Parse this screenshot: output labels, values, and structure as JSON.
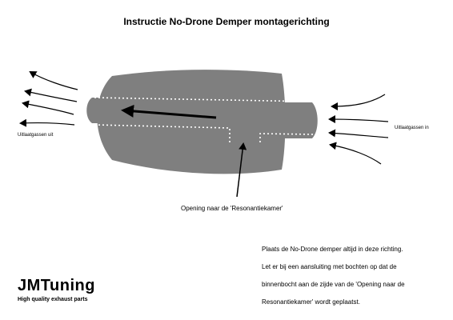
{
  "title": "Instructie No-Drone Demper montagerichting",
  "labels": {
    "outlet": "Uitlaatgassen uit",
    "inlet": "Uitlaatgassen in",
    "opening": "Opening naar de 'Resonantiekamer'"
  },
  "instructions": [
    "Plaats de No-Drone demper altijd in deze richting.",
    "Let er bij een aansluiting met bochten op dat de",
    "binnenbocht aan de zijde van de 'Opening naar de",
    "Resonantiekamer' wordt geplaatst."
  ],
  "brand": {
    "name": "JMTuning",
    "tagline": "High quality exhaust parts"
  },
  "colors": {
    "muffler": "#7f7f7f",
    "arrows": "#000000",
    "background": "#ffffff"
  }
}
